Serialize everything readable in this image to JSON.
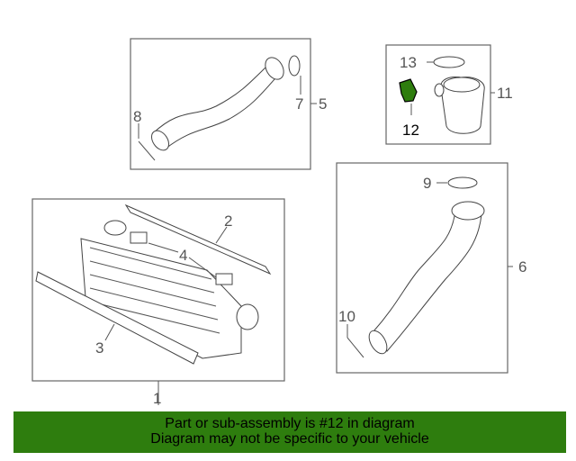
{
  "callouts": {
    "c1": "1",
    "c2": "2",
    "c3": "3",
    "c4": "4",
    "c5": "5",
    "c6": "6",
    "c7": "7",
    "c8": "8",
    "c9": "9",
    "c10": "10",
    "c11": "11",
    "c12": "12",
    "c13": "13"
  },
  "banner": {
    "line1": "Part or sub-assembly is #12 in diagram",
    "line2": "Diagram may not be specific to your vehicle"
  },
  "colors": {
    "highlight": "#2e7d0e",
    "banner_bg": "#2e7d0e"
  }
}
